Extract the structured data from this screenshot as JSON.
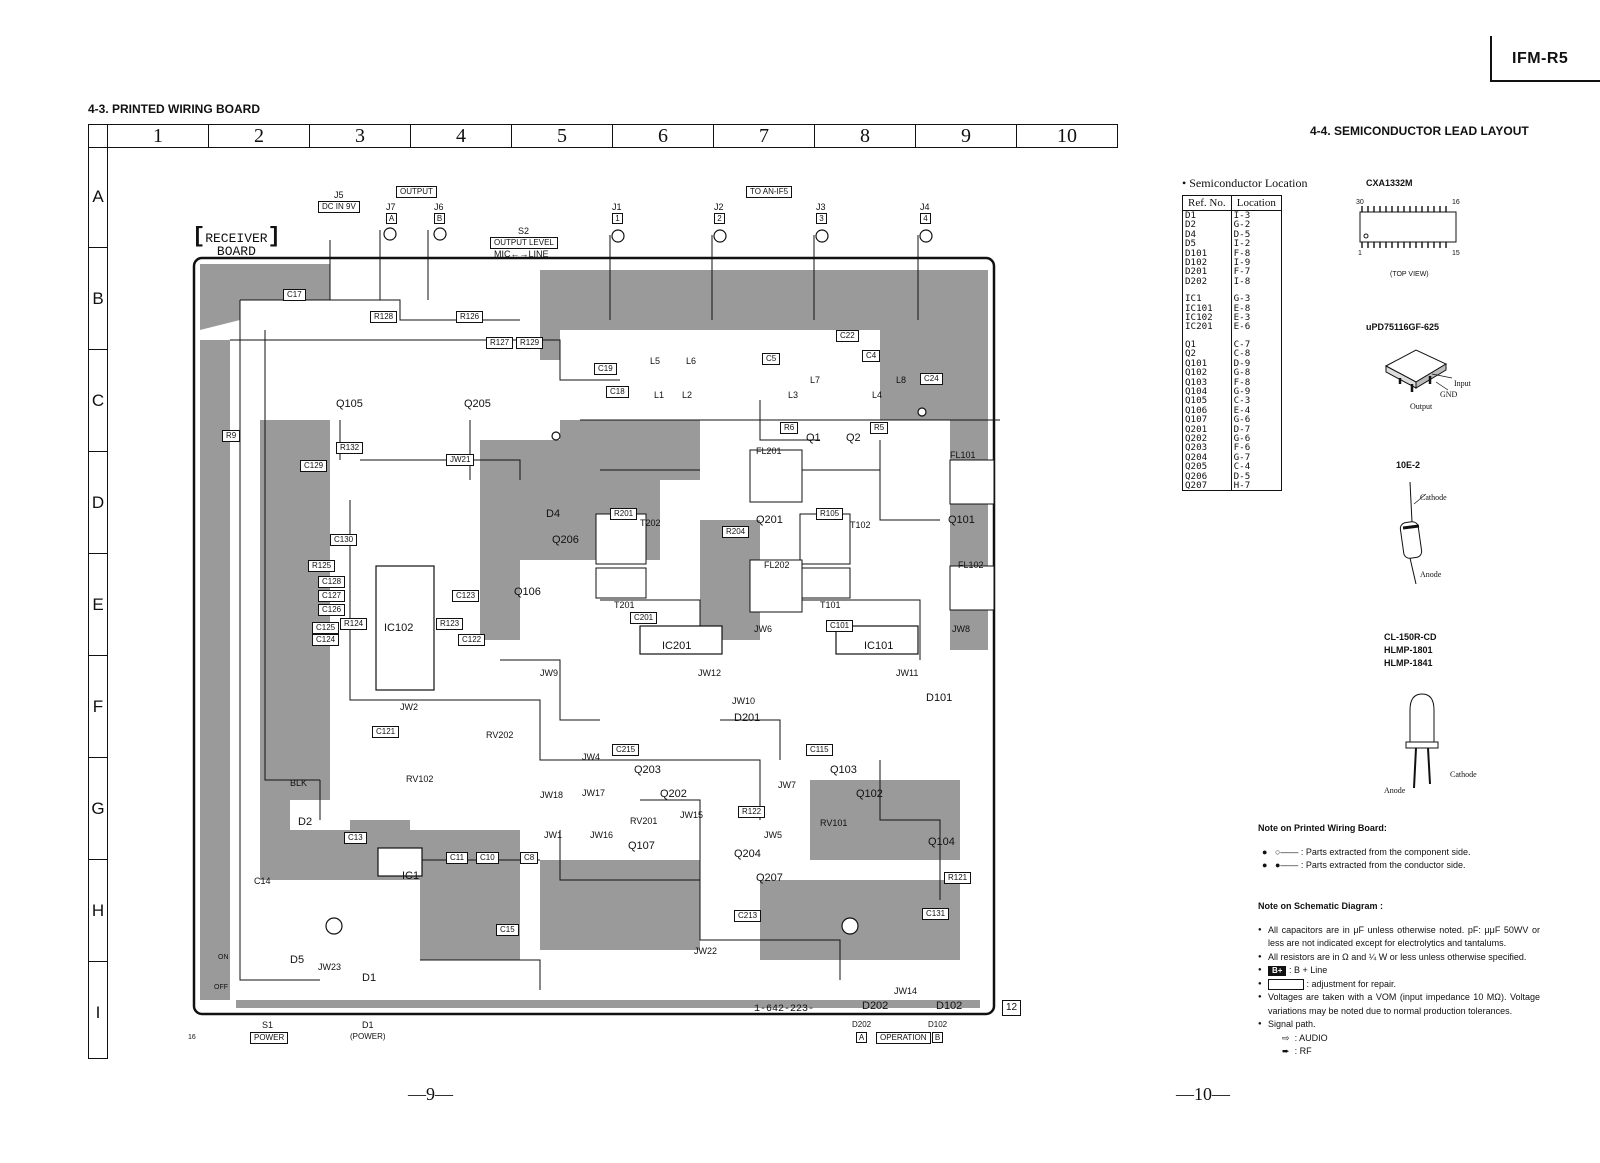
{
  "model": "IFM-R5",
  "left_section": {
    "title": "4-3. PRINTED WIRING BOARD",
    "grid_columns": [
      "1",
      "2",
      "3",
      "4",
      "5",
      "6",
      "7",
      "8",
      "9",
      "10"
    ],
    "grid_rows": [
      "A",
      "B",
      "C",
      "D",
      "E",
      "F",
      "G",
      "H",
      "I"
    ],
    "board_label_line1": "RECEIVER",
    "board_label_line2": "BOARD",
    "connectors": {
      "j5": "J5",
      "dc_in": "DC IN 9V",
      "output": "OUTPUT",
      "j7": "J7",
      "j7_tag": "A",
      "j6": "J6",
      "j6_tag": "B",
      "s2": "S2",
      "output_level": "OUTPUT LEVEL",
      "mic_line": "MIC←→LINE",
      "to_an_if5": "TO AN-IF5",
      "j1": "J1",
      "j1_tag": "1",
      "j2": "J2",
      "j2_tag": "2",
      "j3": "J3",
      "j3_tag": "3",
      "j4": "J4",
      "j4_tag": "4"
    },
    "parts": [
      "C17",
      "R128",
      "R126",
      "R127",
      "R129",
      "C19",
      "C18",
      "L5",
      "L1",
      "L6",
      "L2",
      "L3",
      "L7",
      "L4",
      "L8",
      "C24",
      "C5",
      "C4",
      "C22",
      "R6",
      "R5",
      "Q1",
      "Q2",
      "Q105",
      "Q205",
      "R132",
      "C129",
      "JW21",
      "R9",
      "C130",
      "R125",
      "C128",
      "C127",
      "C126",
      "C125",
      "C124",
      "C123",
      "C122",
      "R124",
      "R123",
      "IC102",
      "D4",
      "Q206",
      "Q106",
      "R201",
      "T202",
      "T201",
      "R204",
      "Q201",
      "FL201",
      "FL202",
      "R105",
      "T102",
      "T101",
      "Q101",
      "FL101",
      "FL102",
      "IC201",
      "IC101",
      "C201",
      "C101",
      "JW6",
      "JW8",
      "JW9",
      "JW12",
      "JW11",
      "JW10",
      "D201",
      "D101",
      "JW2",
      "C121",
      "RV102",
      "RV202",
      "C215",
      "Q203",
      "Q202",
      "JW4",
      "JW18",
      "JW17",
      "RV201",
      "JW15",
      "JW1",
      "JW16",
      "Q107",
      "Q204",
      "JW5",
      "JW7",
      "C115",
      "Q103",
      "Q102",
      "RV101",
      "R121",
      "C13",
      "C14",
      "D2",
      "BLK",
      "IC1",
      "C10",
      "C11",
      "C8",
      "Q104",
      "C131",
      "Q207",
      "C15",
      "JW22",
      "JW23",
      "D5",
      "D1",
      "JW14",
      "D202",
      "D102",
      "R122",
      "C213"
    ],
    "pcb_number": "1-642-223-",
    "corner_12": "12",
    "corner_16": "16",
    "on": "ON",
    "off": "OFF",
    "s1": "S1",
    "power": "POWER",
    "d1_bottom": "D1",
    "power_paren": "(POWER)",
    "d202_bottom": "D202",
    "d102_bottom": "D102",
    "op_a": "A",
    "operation": "OPERATION",
    "op_b": "B",
    "page_number": "—9—"
  },
  "right_section": {
    "title": "4-4. SEMICONDUCTOR LEAD LAYOUT",
    "location_heading": "• Semiconductor Location",
    "table_headers": [
      "Ref. No.",
      "Location"
    ],
    "table_groups": [
      [
        [
          "D1",
          "I-3"
        ],
        [
          "D2",
          "G-2"
        ],
        [
          "D4",
          "D-5"
        ],
        [
          "D5",
          "I-2"
        ],
        [
          "D101",
          "F-8"
        ],
        [
          "D102",
          "I-9"
        ],
        [
          "D201",
          "F-7"
        ],
        [
          "D202",
          "I-8"
        ]
      ],
      [
        [
          "IC1",
          "G-3"
        ],
        [
          "IC101",
          "E-8"
        ],
        [
          "IC102",
          "E-3"
        ],
        [
          "IC201",
          "E-6"
        ]
      ],
      [
        [
          "Q1",
          "C-7"
        ],
        [
          "Q2",
          "C-8"
        ],
        [
          "Q101",
          "D-9"
        ],
        [
          "Q102",
          "G-8"
        ],
        [
          "Q103",
          "F-8"
        ],
        [
          "Q104",
          "G-9"
        ],
        [
          "Q105",
          "C-3"
        ],
        [
          "Q106",
          "E-4"
        ],
        [
          "Q107",
          "G-6"
        ],
        [
          "Q201",
          "D-7"
        ],
        [
          "Q202",
          "G-6"
        ],
        [
          "Q203",
          "F-6"
        ],
        [
          "Q204",
          "G-7"
        ],
        [
          "Q205",
          "C-4"
        ],
        [
          "Q206",
          "D-5"
        ],
        [
          "Q207",
          "H-7"
        ]
      ]
    ],
    "chips": {
      "cxa": "CXA1332M",
      "cxa_pin30": "30",
      "cxa_pin16": "16",
      "cxa_pin1": "1",
      "cxa_pin15": "15",
      "top_view": "(TOP VIEW)",
      "upd": "uPD75116GF-625",
      "input": "Input",
      "gnd": "GND",
      "output": "Output",
      "diode": "10E-2",
      "cathode": "Cathode",
      "anode": "Anode",
      "led1": "CL-150R-CD",
      "led2": "HLMP-1801",
      "led3": "HLMP-1841",
      "led_anode": "Anode",
      "led_cathode": "Cathode"
    },
    "notes_pwb_title": "Note on Printed Wiring Board:",
    "notes_pwb": [
      ": Parts extracted from the component side.",
      ": Parts extracted from the conductor side."
    ],
    "notes_schem_title": "Note on Schematic Diagram :",
    "notes_schem": [
      "All capacitors are in μF unless otherwise noted. pF: μμF 50WV or less are not indicated except for electrolytics and tantalums.",
      "All resistors are in Ω and ¼ W or less unless otherwise specified."
    ],
    "bplus_tag": "B+",
    "bplus_text": ": B + Line",
    "adj_text": ": adjustment for repair.",
    "voltage_note": "Voltages are taken with a VOM (input impedance 10 MΩ). Voltage variations may be noted due to normal production tolerances.",
    "signal_path": "Signal path.",
    "audio": ": AUDIO",
    "rf": ": RF",
    "page_number": "—10—"
  }
}
